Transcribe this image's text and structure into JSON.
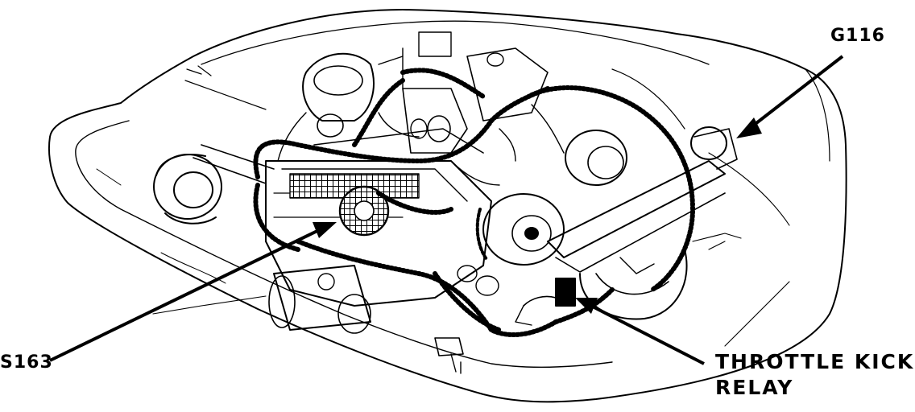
{
  "labels": {
    "g116": "G116",
    "s163": "S163",
    "throttle_kicker_relay": {
      "line1": "THROTTLE KICKER",
      "line2": "RELAY"
    }
  },
  "colors": {
    "ink": "#000000",
    "background": "#ffffff"
  }
}
